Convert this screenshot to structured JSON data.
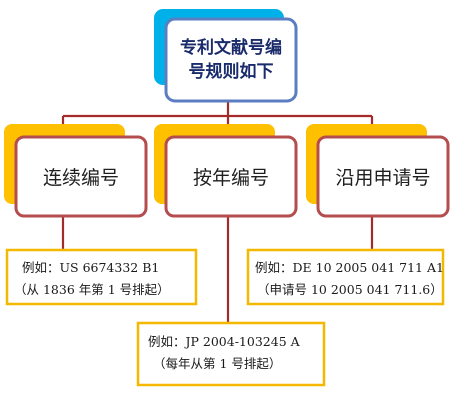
{
  "colors": {
    "connector": "#a52a2a",
    "root_shadow": "#00b0e8",
    "root_border": "#5b7ec2",
    "node_shadow": "#ffc000",
    "node_border": "#b44d4d",
    "example_border": "#f5b800"
  },
  "root": {
    "line1": "专利文献号编",
    "line2": "号规则如下"
  },
  "categories": [
    {
      "label": "连续编号",
      "example_line1": "例如：US 6674332 B1",
      "example_line2": "（从 1836 年第 1 号排起）"
    },
    {
      "label": "按年编号",
      "example_line1": "例如：JP  2004-103245  A",
      "example_line2": "（每年从第 1 号排起）"
    },
    {
      "label": "沿用申请号",
      "example_line1": "例如：DE 10 2005 041 711 A1",
      "example_line2": "（申请号 10 2005 041 711.6）"
    }
  ]
}
